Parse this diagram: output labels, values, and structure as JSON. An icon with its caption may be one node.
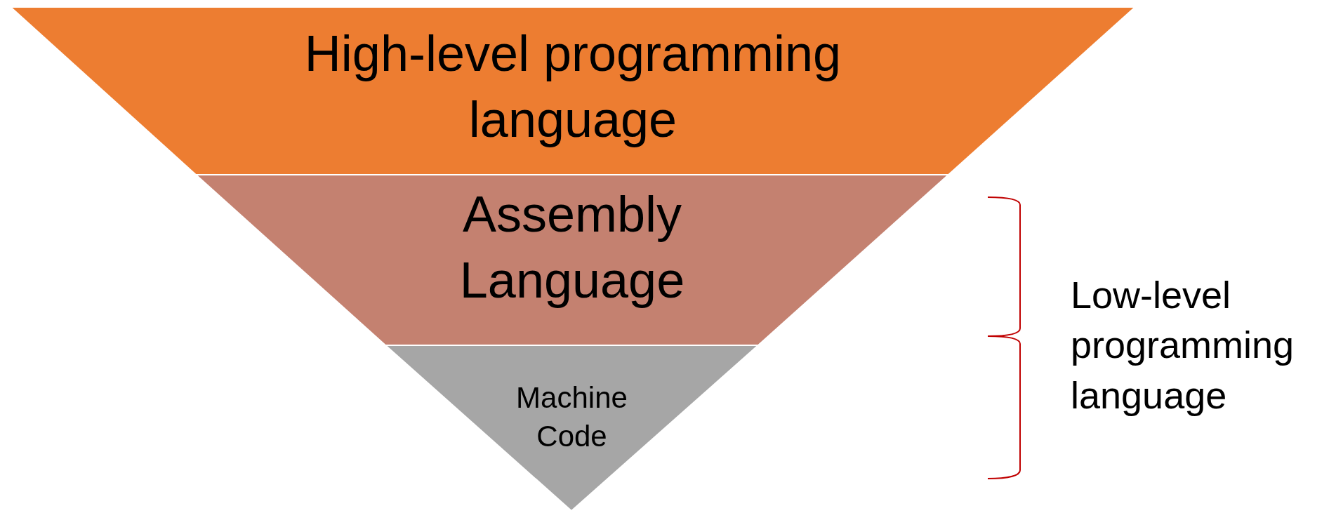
{
  "diagram": {
    "nodes": [
      {
        "text": [
          "High-level programming language"
        ]
      },
      {
        "text": [
          "Assembly Language"
        ]
      },
      {
        "text": [
          "Machine Code"
        ]
      }
    ],
    "labels": [
      "Low-level programming language"
    ]
  }
}
